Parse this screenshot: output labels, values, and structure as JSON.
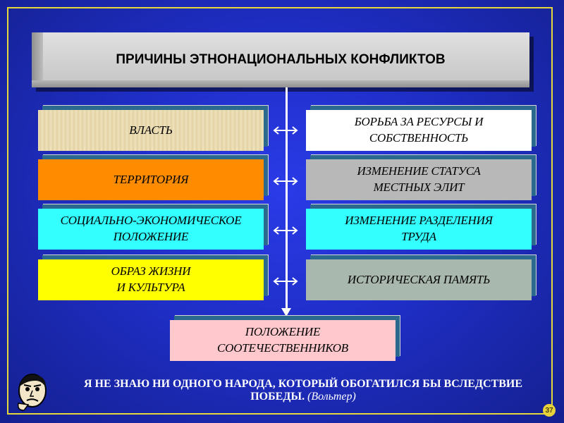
{
  "title": "ПРИЧИНЫ ЭТНОНАЦИОНАЛЬНЫХ КОНФЛИКТОВ",
  "left_boxes": [
    {
      "label": "ВЛАСТЬ",
      "color": "#e8d9b0"
    },
    {
      "label": "ТЕРРИТОРИЯ",
      "color": "#ff8c00"
    },
    {
      "label": "СОЦИАЛЬНО-ЭКОНОМИЧЕСКОЕ\nПОЛОЖЕНИЕ",
      "color": "#33ffff"
    },
    {
      "label": "ОБРАЗ ЖИЗНИ\nИ КУЛЬТУРА",
      "color": "#ffff00"
    }
  ],
  "right_boxes": [
    {
      "label": "БОРЬБА ЗА РЕСУРСЫ И\nСОБСТВЕННОСТЬ",
      "color": "#ffffff"
    },
    {
      "label": "ИЗМЕНЕНИЕ СТАТУСА\nМЕСТНЫХ ЭЛИТ",
      "color": "#b8b8b8"
    },
    {
      "label": "ИЗМЕНЕНИЕ РАЗДЕЛЕНИЯ\nТРУДА",
      "color": "#33ffff"
    },
    {
      "label": "ИСТОРИЧЕСКАЯ ПАМЯТЬ",
      "color": "#a9b8ae"
    }
  ],
  "bottom_box": {
    "label": "ПОЛОЖЕНИЕ\nСООТЕЧЕСТВЕННИКОВ",
    "color": "#ffc8cc"
  },
  "quote": {
    "text": "Я НЕ ЗНАЮ НИ ОДНОГО НАРОДА, КОТОРЫЙ ОБОГАТИЛСЯ БЫ ВСЛЕДСТВИЕ ПОБЕДЫ.",
    "author": "(Вольтер)"
  },
  "page_number": "37",
  "icons": {
    "face": "thinking-face-icon"
  }
}
